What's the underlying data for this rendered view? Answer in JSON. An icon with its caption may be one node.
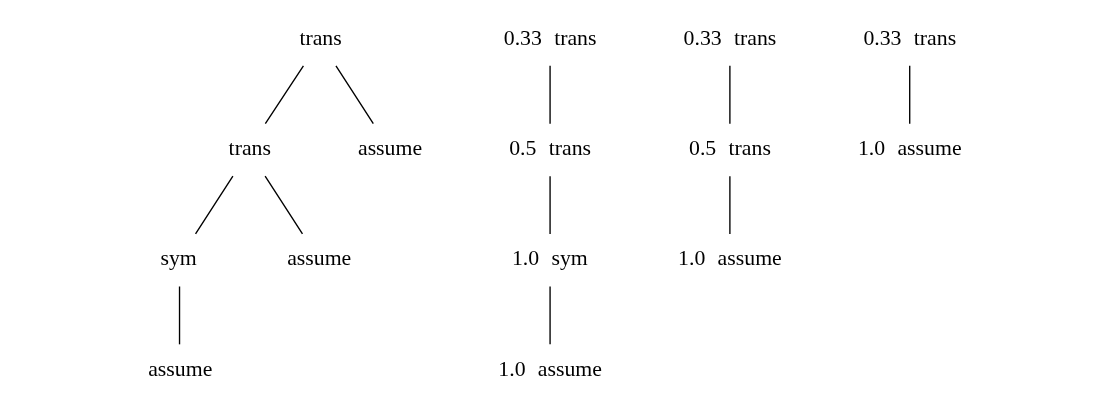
{
  "diagram": {
    "nodes": [
      {
        "text": [
          "trans"
        ]
      },
      {
        "text": [
          "trans"
        ]
      },
      {
        "text": [
          "assume"
        ]
      },
      {
        "text": [
          "sym"
        ]
      },
      {
        "text": [
          "assume"
        ]
      },
      {
        "text": [
          "assume"
        ]
      },
      {
        "text": [
          "trans"
        ],
        "beside": [
          "0.33"
        ]
      },
      {
        "text": [
          "trans"
        ],
        "beside": [
          "0.5"
        ]
      },
      {
        "text": [
          "sym"
        ],
        "beside": [
          "1.0"
        ]
      },
      {
        "text": [
          "assume"
        ],
        "beside": [
          "1.0"
        ]
      },
      {
        "text": [
          "trans"
        ],
        "beside": [
          "0.33"
        ]
      },
      {
        "text": [
          "trans"
        ],
        "beside": [
          "0.5"
        ]
      },
      {
        "text": [
          "assume"
        ],
        "beside": [
          "1.0"
        ]
      },
      {
        "text": [
          "trans"
        ],
        "beside": [
          "0.33"
        ]
      },
      {
        "text": [
          "assume"
        ],
        "beside": [
          "1.0"
        ]
      }
    ],
    "edges": [
      {
        "from": 0,
        "to": 1,
        "arrow": "none"
      },
      {
        "from": 0,
        "to": 2,
        "arrow": "none"
      },
      {
        "from": 1,
        "to": 3,
        "arrow": "none"
      },
      {
        "from": 1,
        "to": 4,
        "arrow": "none"
      },
      {
        "from": 3,
        "to": 5,
        "arrow": "none"
      },
      {
        "from": 6,
        "to": 7,
        "arrow": "none"
      },
      {
        "from": 7,
        "to": 8,
        "arrow": "none"
      },
      {
        "from": 8,
        "to": 9,
        "arrow": "none"
      },
      {
        "from": 10,
        "to": 11,
        "arrow": "none"
      },
      {
        "from": 11,
        "to": 12,
        "arrow": "none"
      },
      {
        "from": 13,
        "to": 14,
        "arrow": "none"
      }
    ]
  }
}
